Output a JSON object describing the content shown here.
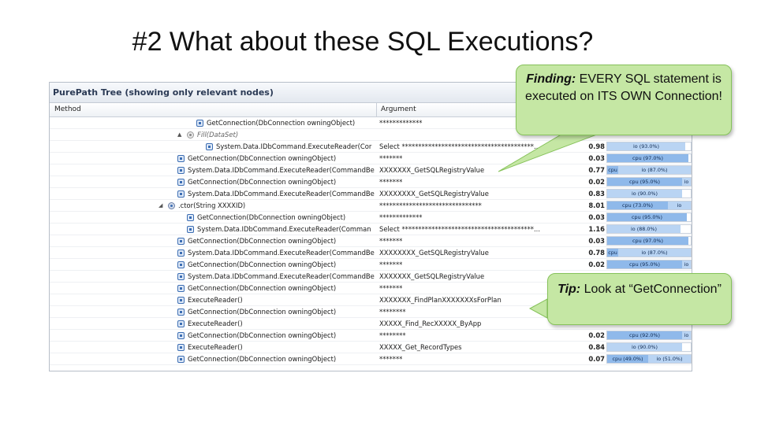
{
  "slide": {
    "title": "#2 What about these SQL Executions?"
  },
  "panel": {
    "title": "PurePath Tree (showing only relevant nodes)",
    "columns": {
      "method": "Method",
      "argument": "Argument"
    }
  },
  "rows": [
    {
      "indent": 3,
      "icon": "method",
      "method": "GetConnection(DbConnection owningObject)",
      "arg": "*************",
      "time": "",
      "bar": []
    },
    {
      "indent": 2,
      "icon": "grey",
      "expander": "▲",
      "method": "Fill(DataSet)",
      "italic": true,
      "arg": "",
      "time": "",
      "bar": []
    },
    {
      "indent": 4,
      "icon": "method",
      "method": "System.Data.IDbCommand.ExecuteReader(Cor",
      "arg": "Select ****************************************...",
      "time": "0.98",
      "bar": [
        {
          "type": "io",
          "label": "io (93.0%)",
          "w": 0.93
        }
      ]
    },
    {
      "indent": 1,
      "icon": "method",
      "method": "GetConnection(DbConnection owningObject)",
      "arg": "*******",
      "time": "0.03",
      "bar": [
        {
          "type": "cpu",
          "label": "cpu (97.0%)",
          "w": 0.97
        }
      ]
    },
    {
      "indent": 1,
      "icon": "method",
      "method": "System.Data.IDbCommand.ExecuteReader(CommandBe",
      "arg": "XXXXXXX_GetSQLRegistryValue",
      "time": "0.77",
      "bar": [
        {
          "type": "cpu",
          "label": "cpu",
          "w": 0.13
        },
        {
          "type": "io",
          "label": "io (87.0%)",
          "w": 0.87
        }
      ]
    },
    {
      "indent": 1,
      "icon": "method",
      "method": "GetConnection(DbConnection owningObject)",
      "arg": "*******",
      "time": "0.02",
      "bar": [
        {
          "type": "cpu",
          "label": "cpu (95.0%)",
          "w": 0.9
        },
        {
          "type": "io",
          "label": "io",
          "w": 0.1
        }
      ]
    },
    {
      "indent": 1,
      "icon": "method",
      "method": "System.Data.IDbCommand.ExecuteReader(CommandBe",
      "arg": "XXXXXXXX_GetSQLRegistryValue",
      "time": "0.83",
      "bar": [
        {
          "type": "io",
          "label": "io (90.0%)",
          "w": 0.9
        }
      ]
    },
    {
      "indent": 0,
      "icon": "round",
      "expander": "◢",
      "method": ".ctor(String XXXXID)",
      "arg": "*******************************",
      "time": "8.01",
      "bar": [
        {
          "type": "cpu",
          "label": "cpu (73.0%)",
          "w": 0.73
        },
        {
          "type": "io",
          "label": "io",
          "w": 0.27
        }
      ]
    },
    {
      "indent": 2,
      "icon": "method",
      "method": "GetConnection(DbConnection owningObject)",
      "arg": "*************",
      "time": "0.03",
      "bar": [
        {
          "type": "cpu",
          "label": "cpu (95.0%)",
          "w": 0.95
        }
      ]
    },
    {
      "indent": 2,
      "icon": "method",
      "method": "System.Data.IDbCommand.ExecuteReader(Comman",
      "arg": "Select ****************************************...",
      "time": "1.16",
      "bar": [
        {
          "type": "io",
          "label": "io (88.0%)",
          "w": 0.88
        }
      ]
    },
    {
      "indent": 1,
      "icon": "method",
      "method": "GetConnection(DbConnection owningObject)",
      "arg": "*******",
      "time": "0.03",
      "bar": [
        {
          "type": "cpu",
          "label": "cpu (97.0%)",
          "w": 0.97
        }
      ]
    },
    {
      "indent": 1,
      "icon": "method",
      "method": "System.Data.IDbCommand.ExecuteReader(CommandBe",
      "arg": "XXXXXXXX_GetSQLRegistryValue",
      "time": "0.78",
      "bar": [
        {
          "type": "cpu",
          "label": "cpu",
          "w": 0.13
        },
        {
          "type": "io",
          "label": "io (87.0%)",
          "w": 0.87
        }
      ]
    },
    {
      "indent": 1,
      "icon": "method",
      "method": "GetConnection(DbConnection owningObject)",
      "arg": "*******",
      "time": "0.02",
      "bar": [
        {
          "type": "cpu",
          "label": "cpu (95.0%)",
          "w": 0.9
        },
        {
          "type": "io",
          "label": "io",
          "w": 0.1
        }
      ]
    },
    {
      "indent": 1,
      "icon": "method",
      "method": "System.Data.IDbCommand.ExecuteReader(CommandBe",
      "arg": "XXXXXXX_GetSQLRegistryValue",
      "time": "",
      "bar": []
    },
    {
      "indent": 1,
      "icon": "method",
      "method": "GetConnection(DbConnection owningObject)",
      "arg": "*******",
      "time": "",
      "bar": []
    },
    {
      "indent": 1,
      "icon": "method",
      "method": "ExecuteReader()",
      "arg": "XXXXXXX_FindPlanXXXXXXXsForPlan",
      "time": "",
      "bar": []
    },
    {
      "indent": 1,
      "icon": "method",
      "method": "GetConnection(DbConnection owningObject)",
      "arg": "********",
      "time": "",
      "bar": []
    },
    {
      "indent": 1,
      "icon": "method",
      "method": "ExecuteReader()",
      "arg": "XXXXX_Find_RecXXXXX_ByApp",
      "time": "",
      "bar": []
    },
    {
      "indent": 1,
      "icon": "method",
      "method": "GetConnection(DbConnection owningObject)",
      "arg": "********",
      "time": "0.02",
      "bar": [
        {
          "type": "cpu",
          "label": "cpu (92.0%)",
          "w": 0.9
        },
        {
          "type": "io",
          "label": "io",
          "w": 0.1
        }
      ]
    },
    {
      "indent": 1,
      "icon": "method",
      "method": "ExecuteReader()",
      "arg": "XXXXX_Get_RecordTypes",
      "time": "0.84",
      "bar": [
        {
          "type": "io",
          "label": "io (90.0%)",
          "w": 0.9
        }
      ]
    },
    {
      "indent": 1,
      "icon": "method",
      "method": "GetConnection(DbConnection owningObject)",
      "arg": "*******",
      "time": "0.07",
      "bar": [
        {
          "type": "cpu",
          "label": "cpu (49.0%)",
          "w": 0.49
        },
        {
          "type": "io",
          "label": "io (51.0%)",
          "w": 0.51
        }
      ]
    }
  ],
  "callouts": {
    "finding": {
      "label": "Finding:",
      "text": "EVERY SQL statement is executed on ITS OWN Connection!"
    },
    "tip": {
      "label": "Tip:",
      "text": "Look at “GetConnection”"
    }
  },
  "colors": {
    "callout_fill": "#c5e7a4",
    "callout_border": "#86c25a",
    "cpu": "#8fb9ea",
    "io": "#b9d4f3"
  }
}
